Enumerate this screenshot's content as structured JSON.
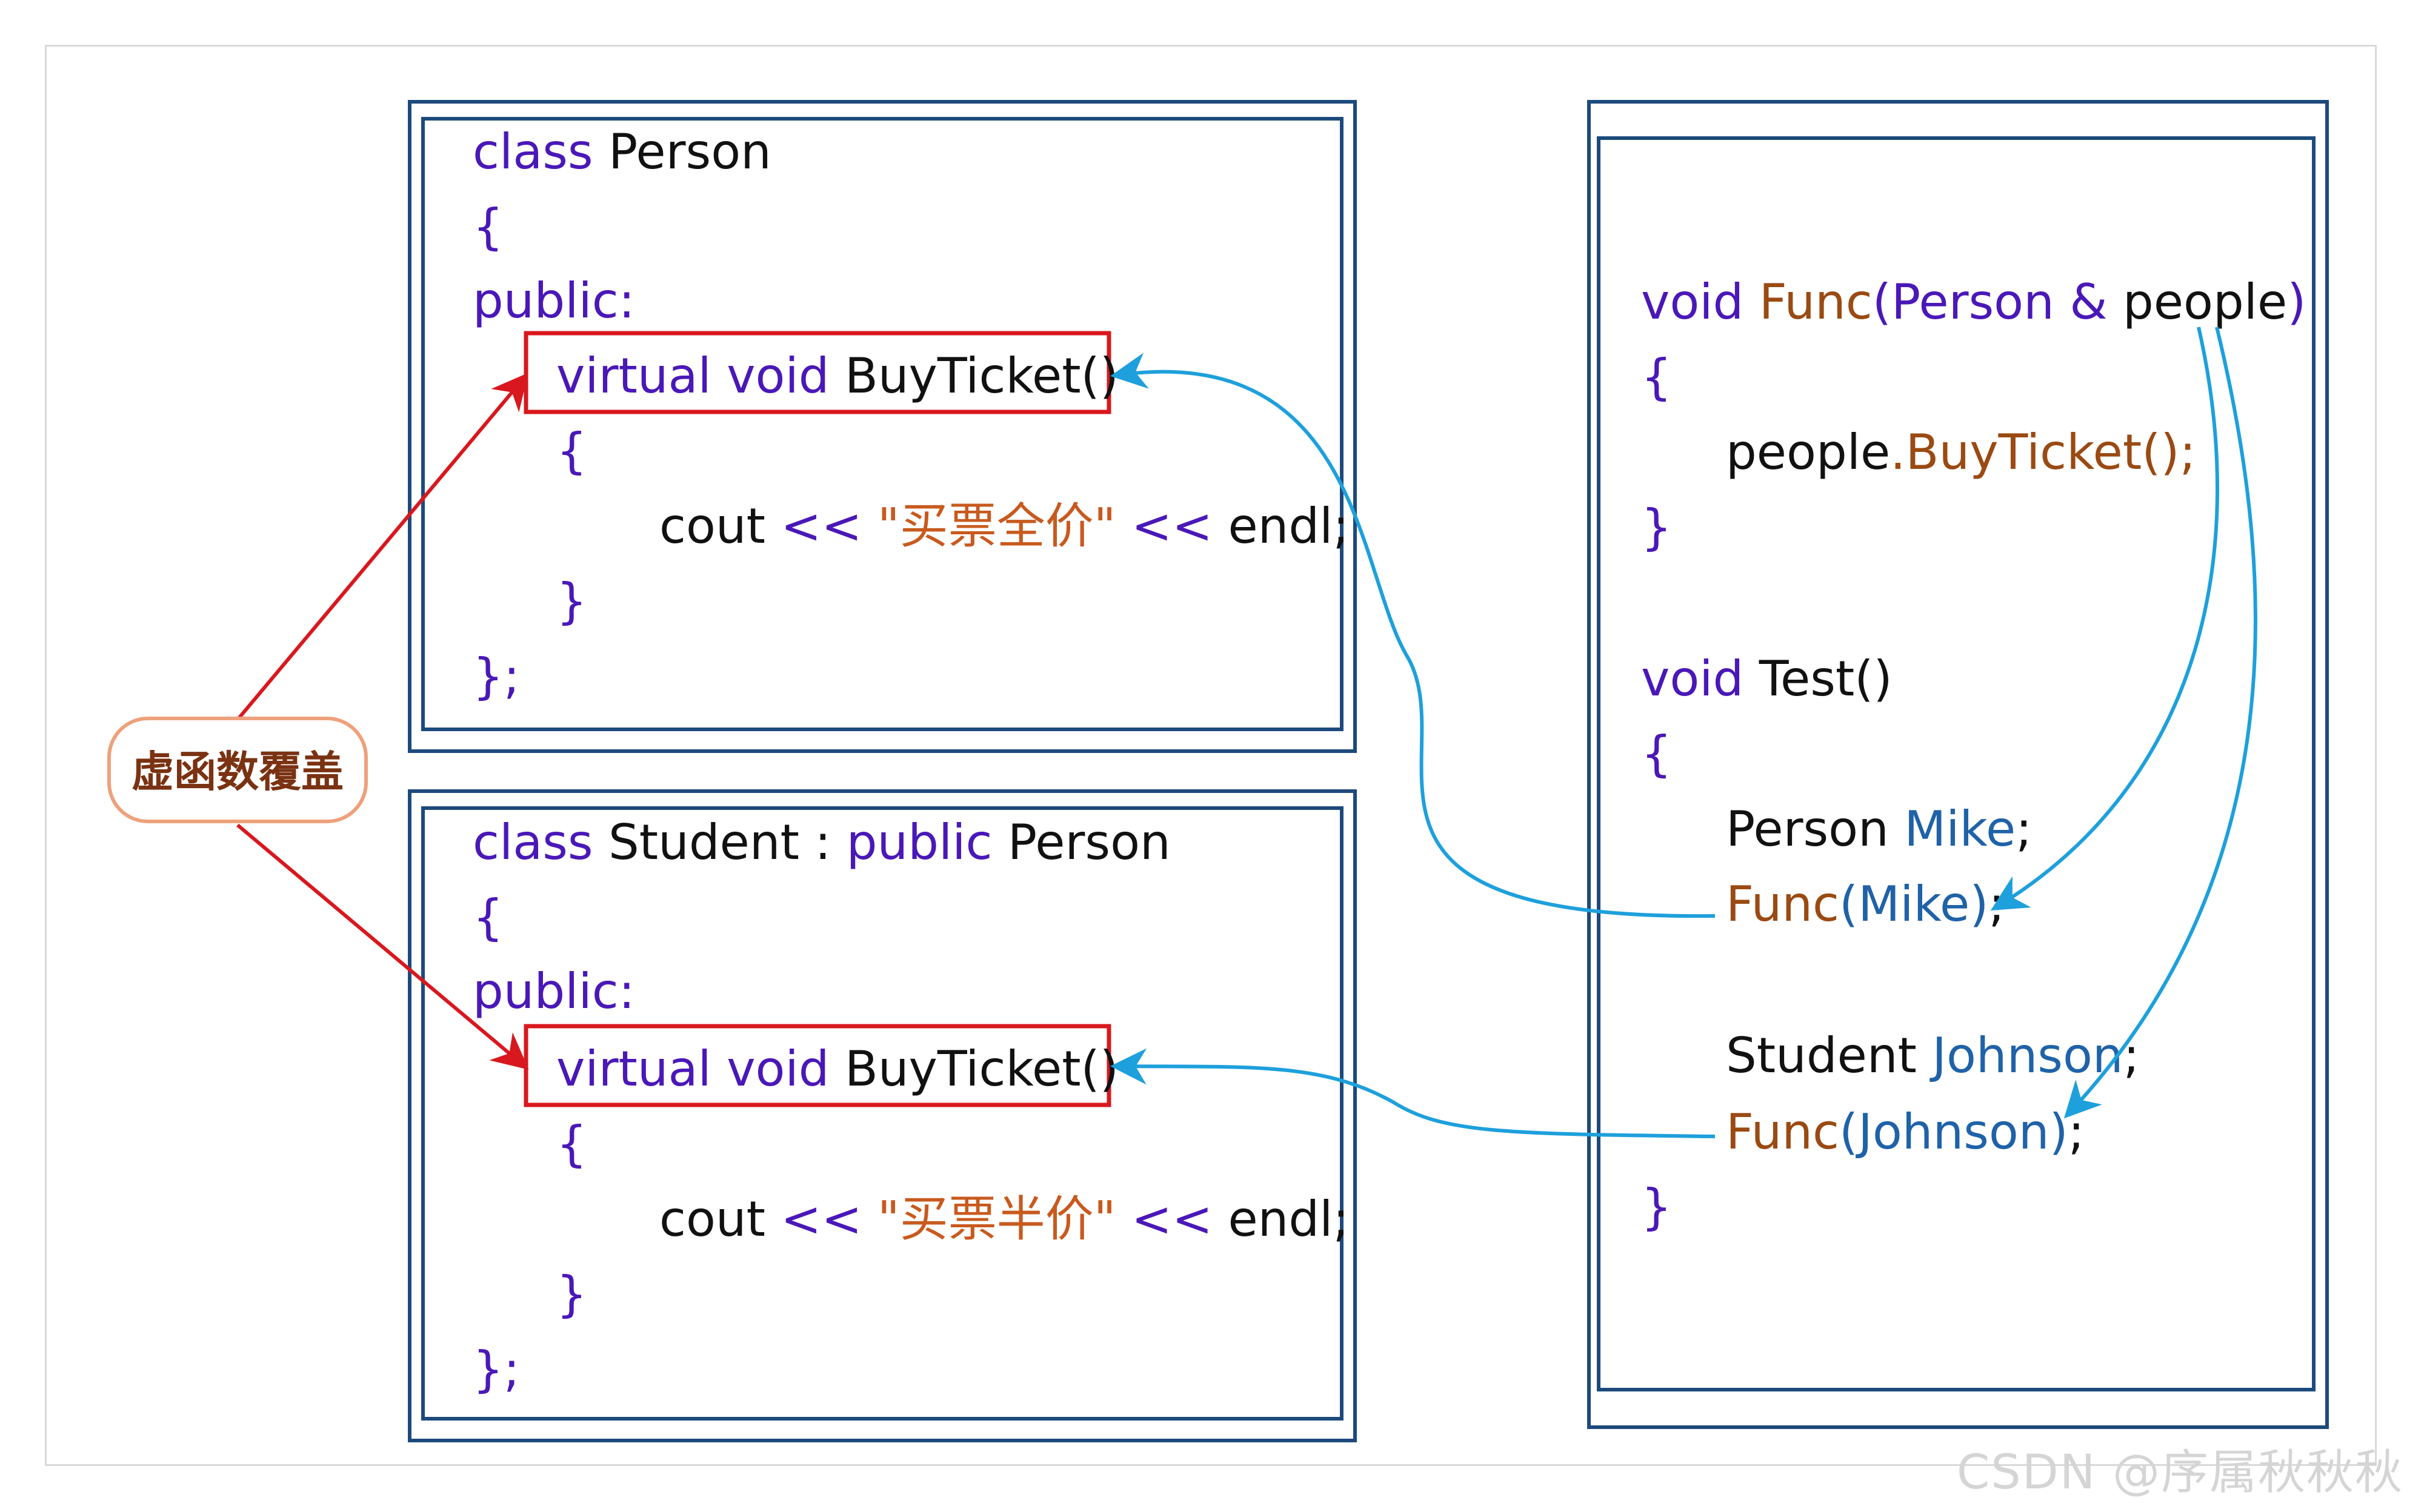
{
  "colors": {
    "keyword": "#4a18b8",
    "text": "#111111",
    "string": "#c85a1e",
    "call": "#9a4a12",
    "var": "#1f62a8",
    "frame": "#1d4a7c",
    "highlight": "#d8181e",
    "arrow_blue": "#1ea0dc",
    "arrow_red": "#d8181e",
    "badge_border": "#eea17c",
    "badge_text": "#7a3212"
  },
  "person_class": {
    "l1_kw": "class",
    "l1_name": " Person",
    "l2": "{",
    "l3": "public:",
    "l4_kw": "virtual void",
    "l4_fn": " BuyTicket()",
    "l5": "{",
    "l6_cout": "cout",
    "l6_op1": " << ",
    "l6_str": "\"买票全价\"",
    "l6_op2": " << ",
    "l6_endl": "endl;",
    "l7": "}",
    "l8": "};"
  },
  "student_class": {
    "l1_kw": "class",
    "l1_name": " Student : ",
    "l1_kw2": "public",
    "l1_base": " Person",
    "l2": "{",
    "l3": "public:",
    "l4_kw": "virtual void",
    "l4_fn": " BuyTicket()",
    "l5": "{",
    "l6_cout": "cout",
    "l6_op1": " << ",
    "l6_str": "\"买票半价\"",
    "l6_op2": " << ",
    "l6_endl": "endl;",
    "l7": "}",
    "l8": "};"
  },
  "right_code": {
    "func_kw": "void",
    "func_name": " Func",
    "func_params": "(Person & ",
    "func_param_name": "people",
    "func_close": ")",
    "brace_open_1": "{",
    "call_obj": "people",
    "call_method": ".BuyTicket();",
    "brace_close_1": "}",
    "test_kw": "void",
    "test_name": " Test()",
    "brace_open_2": "{",
    "decl1_type": "Person",
    "decl1_var": " Mike",
    "decl1_semi": ";",
    "call1_fn": "Func",
    "call1_args": "(Mike)",
    "call1_semi": ";",
    "decl2_type": "Student",
    "decl2_var": " Johnson",
    "decl2_semi": ";",
    "call2_fn": "Func",
    "call2_args": "(Johnson)",
    "call2_semi": ";",
    "brace_close_2": "}"
  },
  "badge": {
    "label": "虚函数覆盖"
  },
  "watermark": "CSDN @序属秋秋秋"
}
